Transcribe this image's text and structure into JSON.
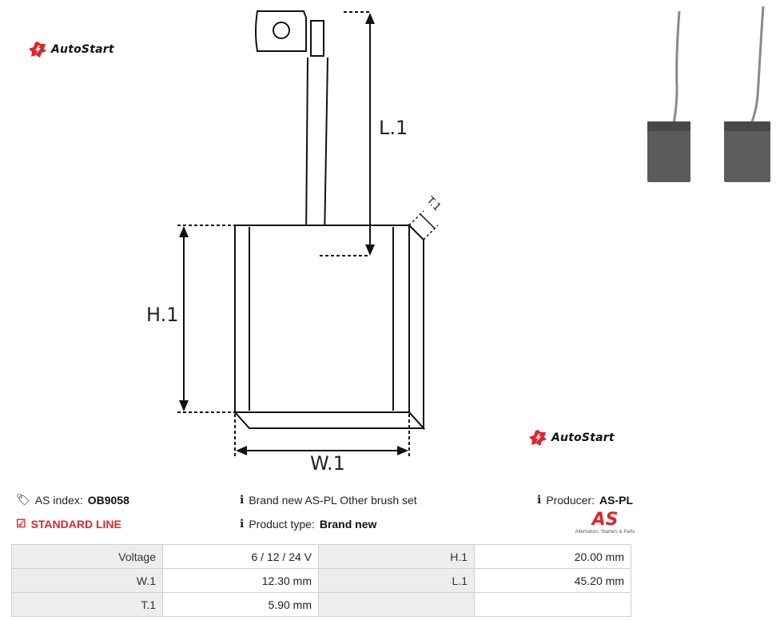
{
  "logo_top": {
    "text": "AutoStart"
  },
  "logo_bottom": {
    "text": "AutoStart"
  },
  "diagram": {
    "l1": "L.1",
    "h1": "H.1",
    "w1": "W.1",
    "t1": "T.1"
  },
  "info": {
    "as_index_label": "AS index:",
    "as_index_value": "OB9058",
    "description": "Brand new AS-PL Other brush set",
    "producer_label": "Producer:",
    "producer_value": "AS-PL",
    "standard_line": "STANDARD LINE",
    "product_type_label": "Product type:",
    "product_type_value": "Brand new"
  },
  "producer_logo": {
    "text": "AS",
    "tagline": "Alternators, Starters & Parts"
  },
  "specs": [
    {
      "k1": "Voltage",
      "v1": "6 / 12 / 24 V",
      "k2": "H.1",
      "v2": "20.00 mm"
    },
    {
      "k1": "W.1",
      "v1": "12.30 mm",
      "k2": "L.1",
      "v2": "45.20 mm"
    },
    {
      "k1": "T.1",
      "v1": "5.90 mm",
      "k2": "",
      "v2": ""
    }
  ],
  "colors": {
    "accent_red": "#e3232d",
    "table_key_bg": "#ededed"
  },
  "icons": [
    "tag-icon",
    "info-circle-icon",
    "check-square-icon",
    "autostart-logo-icon"
  ]
}
